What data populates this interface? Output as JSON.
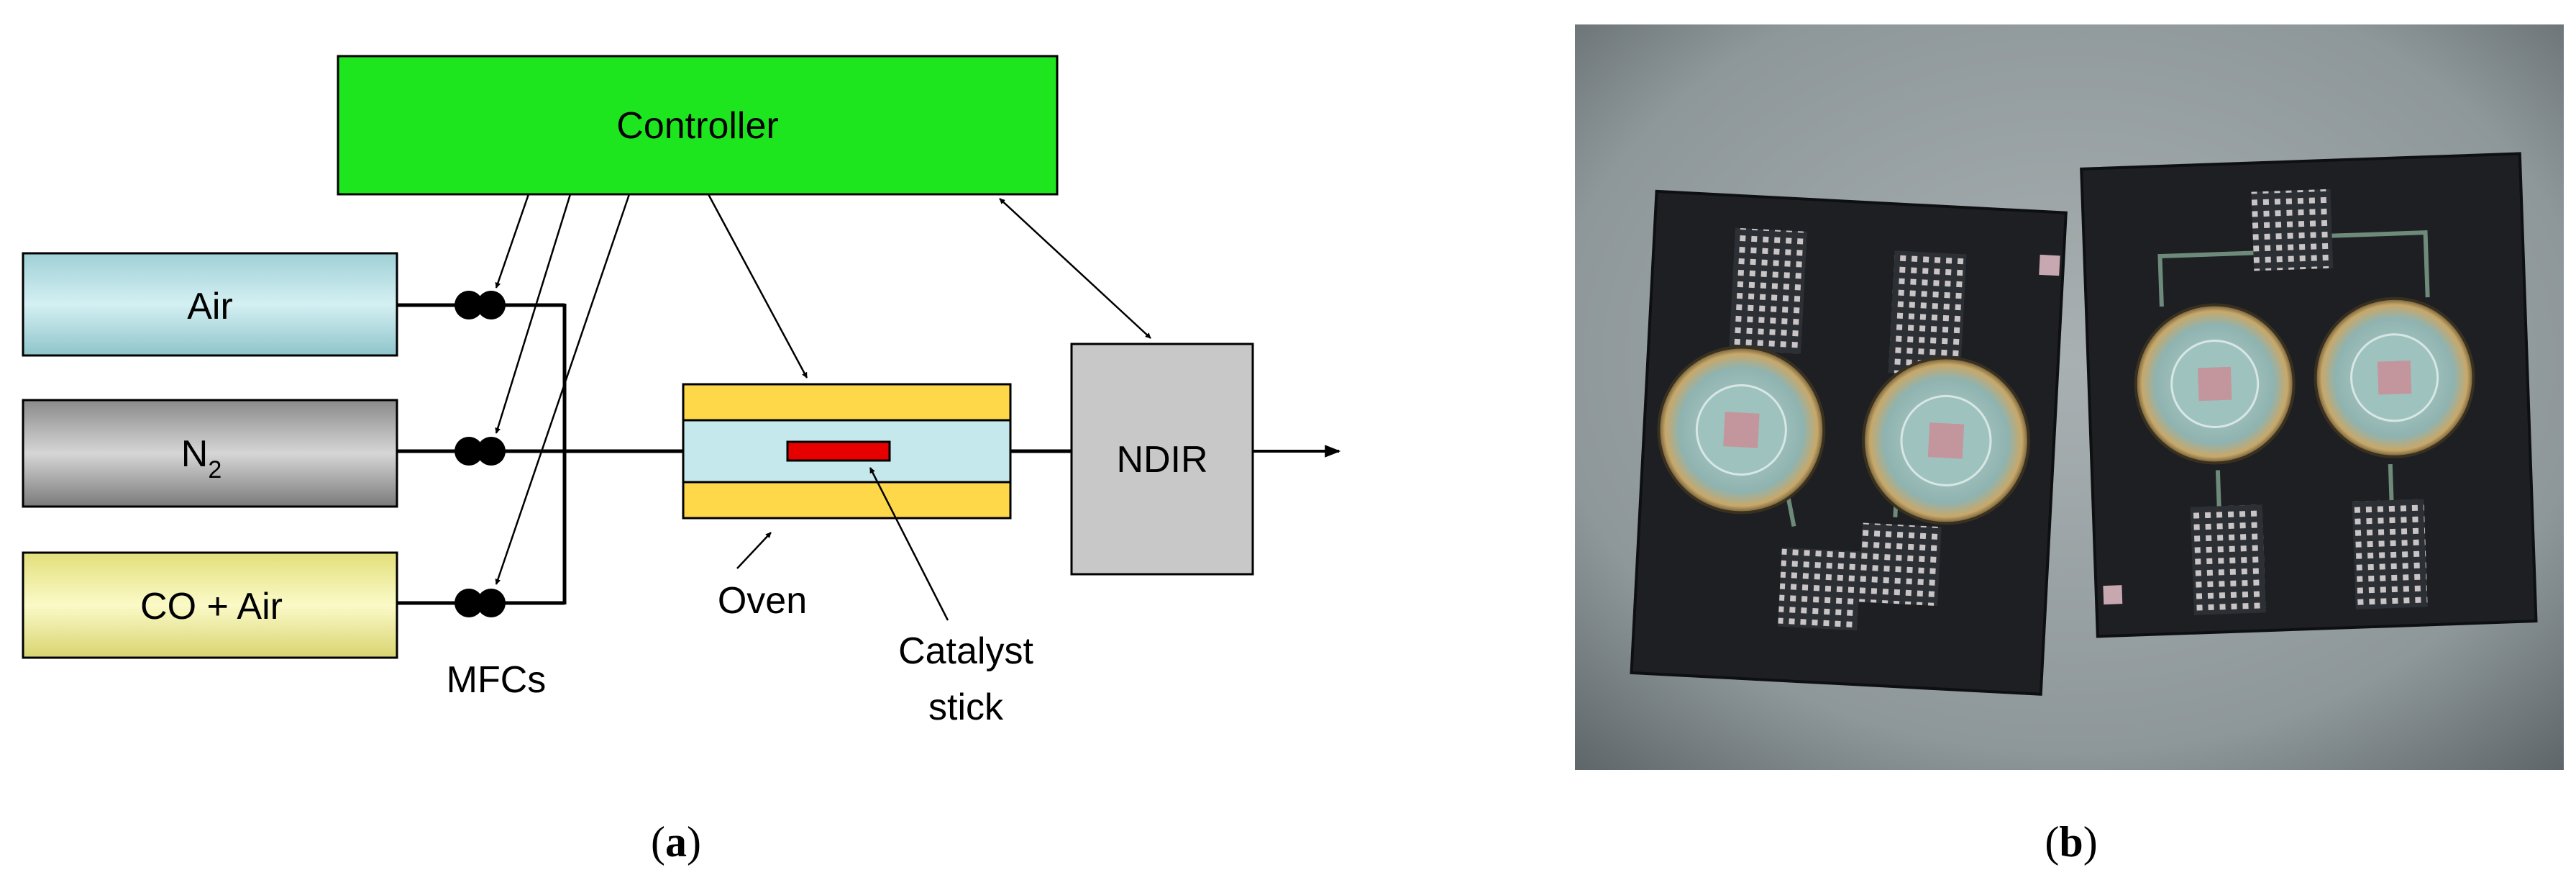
{
  "panel_a": {
    "controller_label": "Controller",
    "sources": [
      {
        "label": "Air"
      },
      {
        "label": "N",
        "sub": "2"
      },
      {
        "label": "CO + Air"
      }
    ],
    "mfcs_label": "MFCs",
    "oven_label": "Oven",
    "catalyst_label_line1": "Catalyst",
    "catalyst_label_line2": "stick",
    "ndir_label": "NDIR",
    "caption_open": "(",
    "caption_letter": "a",
    "caption_close": ")"
  },
  "panel_b": {
    "caption_open": "(",
    "caption_letter": "b",
    "caption_close": ")"
  },
  "colors": {
    "controller": "#1ee61e",
    "air": "#b0dde2",
    "n2": "#a0a0a0",
    "co_air": "#f0ee9c",
    "oven": "#ffd84a",
    "catalyst_tube": "#c4e8ec",
    "catalyst_stick": "#e60000",
    "ndir": "#c8c8c8"
  }
}
